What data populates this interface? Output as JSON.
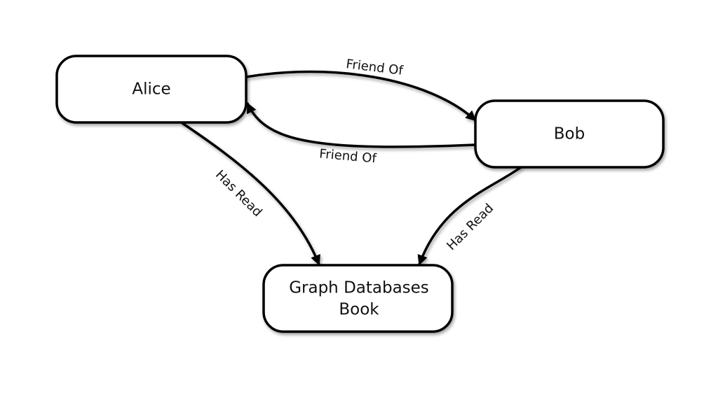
{
  "nodes": {
    "alice": {
      "label": "Alice"
    },
    "bob": {
      "label": "Bob"
    },
    "book": {
      "line1": "Graph Databases",
      "line2": "Book"
    }
  },
  "edges": {
    "alice_to_bob": {
      "label": "Friend Of"
    },
    "bob_to_alice": {
      "label": "Friend Of"
    },
    "alice_to_book": {
      "label": "Has Read"
    },
    "bob_to_book": {
      "label": "Has Read"
    }
  }
}
